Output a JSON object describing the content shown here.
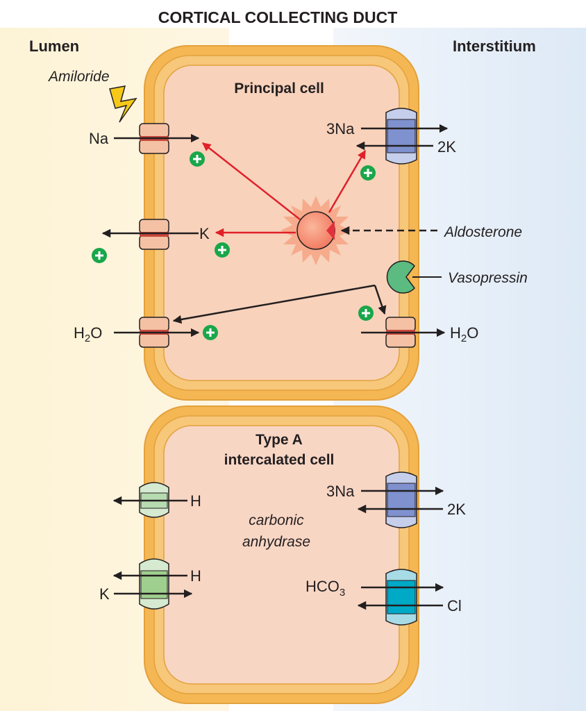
{
  "title": "CORTICAL COLLECTING DUCT",
  "side_labels": {
    "left": "Lumen",
    "right": "Interstitium"
  },
  "principal_cell": {
    "title": "Principal cell",
    "drug": "Amiloride",
    "hormones": {
      "aldosterone": "Aldosterone",
      "vasopressin": "Vasopressin"
    },
    "ions": {
      "na_lumen": "Na",
      "pump_na": "3Na",
      "pump_k": "2K",
      "k": "K",
      "h2o_base": "H",
      "h2o_sub": "2",
      "h2o_tail": "O"
    }
  },
  "intercalated_cell": {
    "title_line1": "Type A",
    "title_line2": "intercalated cell",
    "enzyme_line1": "carbonic",
    "enzyme_line2": "anhydrase",
    "ions": {
      "h_pump": "H",
      "k_exch": "K",
      "h_exch": "H",
      "pump_na": "3Na",
      "pump_k": "2K",
      "hco3_base": "HCO",
      "hco3_sub": "3",
      "cl": "Cl"
    }
  },
  "colors": {
    "membrane": "#f4b753",
    "cytoplasm": "#f8d2bb",
    "lumen": "#fdf0cf",
    "interstitium": "#e3eef8",
    "stimulation": "#1aa64a",
    "aldo_arrow": "#e0202a",
    "na_channel": "#f4c1a4",
    "na_k_pump": "#7f92cf",
    "h_atpase": "#d5ead0",
    "h_k_exchanger": "#9fcf8e",
    "anion_exchanger": "#00a9c6",
    "vasopressin_receptor": "#5bbb80"
  },
  "icons": [
    "lightning-icon",
    "plus-icon",
    "receptor-icon"
  ]
}
